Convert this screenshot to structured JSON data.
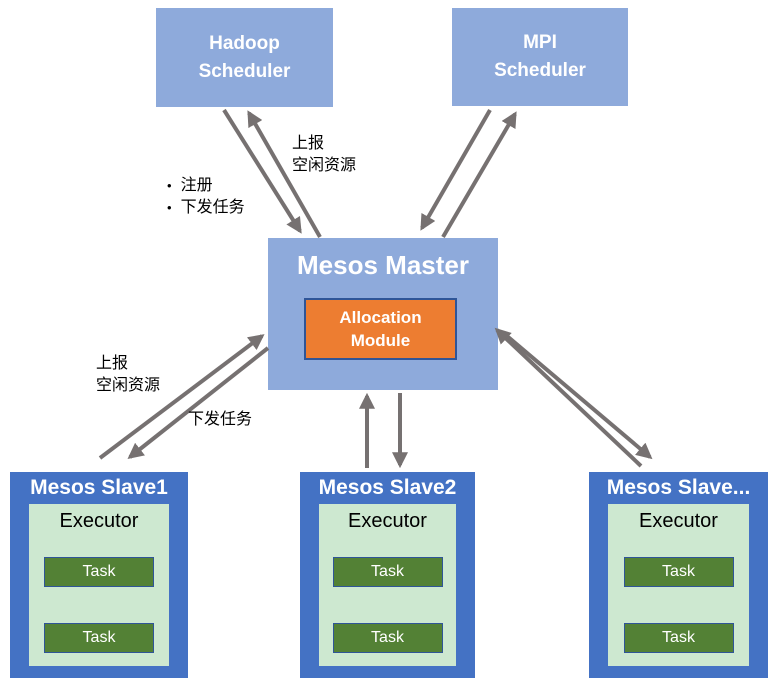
{
  "diagram": {
    "schedulers": [
      {
        "title": "Hadoop\nScheduler"
      },
      {
        "title": "MPI\nScheduler"
      }
    ],
    "master": {
      "title": "Mesos Master",
      "allocation_module": "Allocation\nModule"
    },
    "slaves": [
      {
        "title": "Mesos Slave1",
        "executor": "Executor",
        "tasks": [
          "Task",
          "Task"
        ]
      },
      {
        "title": "Mesos Slave2",
        "executor": "Executor",
        "tasks": [
          "Task",
          "Task"
        ]
      },
      {
        "title": "Mesos Slave...",
        "executor": "Executor",
        "tasks": [
          "Task",
          "Task"
        ]
      }
    ],
    "labels": {
      "bullet_char": "•",
      "register_bullets": [
        "注册",
        "下发任务"
      ],
      "report_idle_top": "上报\n空闲资源",
      "report_idle_bottom": "上报\n空闲资源",
      "dispatch_tasks_bottom": "下发任务"
    },
    "colors": {
      "scheduler_fill": "#8EAADB",
      "master_fill": "#8EAADB",
      "slave_fill": "#4472C4",
      "executor_fill": "#CDE8D0",
      "task_fill": "#538135",
      "task_border": "#2F5597",
      "allocation_fill": "#ED7D31",
      "allocation_border": "#2F5597",
      "arrow": "#767171",
      "text_on_dark": "#FFFFFF",
      "text_dark": "#000000"
    }
  }
}
